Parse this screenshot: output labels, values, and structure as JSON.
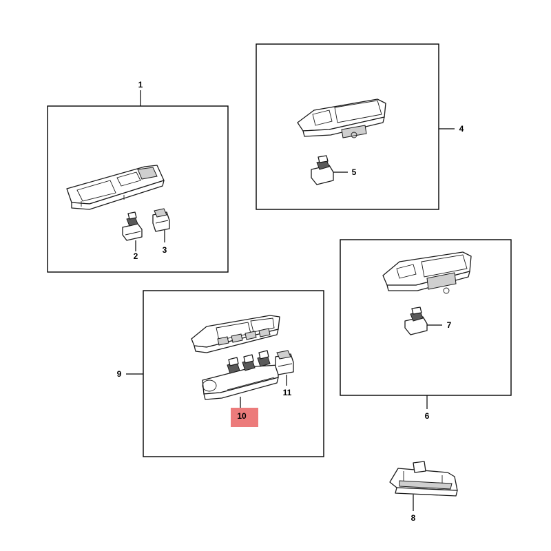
{
  "colors": {
    "line": "#000000",
    "highlight": "#ec7b7b",
    "background": "#ffffff"
  },
  "callouts": {
    "c1": "1",
    "c2": "2",
    "c3": "3",
    "c4": "4",
    "c5": "5",
    "c6": "6",
    "c7": "7",
    "c8": "8",
    "c9": "9",
    "c10": "10",
    "c11": "11"
  },
  "highlighted_part": "10"
}
